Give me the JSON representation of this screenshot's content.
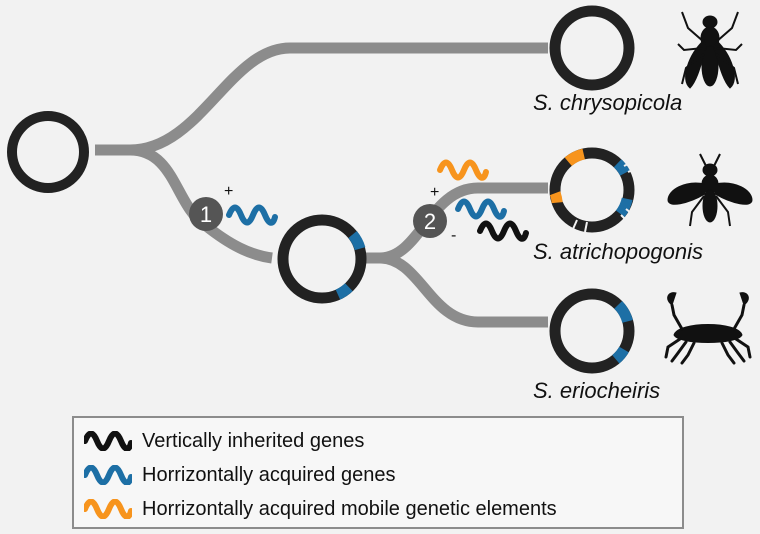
{
  "species": [
    {
      "label": "S. chrysopicola",
      "host": "fly-icon"
    },
    {
      "label": "S. atrichopogonis",
      "host": "fly-icon"
    },
    {
      "label": "S. eriocheiris",
      "host": "crab-icon"
    }
  ],
  "steps": [
    {
      "number": "1",
      "signs": [
        "+"
      ]
    },
    {
      "number": "2",
      "signs": [
        "+",
        "-"
      ]
    }
  ],
  "legend": [
    {
      "label": "Vertically inherited genes",
      "color": "#111111",
      "icon": "gene-squiggle-icon"
    },
    {
      "label": "Horrizontally acquired genes",
      "color": "#1d6fa5",
      "icon": "gene-squiggle-icon"
    },
    {
      "label": "Horrizontally acquired mobile genetic elements",
      "color": "#f7941d",
      "icon": "gene-squiggle-icon"
    }
  ],
  "colors": {
    "branch": "#8c8c8c",
    "genome_ring": "#222222",
    "vertical_genes": "#111111",
    "horizontal_genes": "#1d6fa5",
    "mobile_elements": "#f7941d",
    "step_marker": "#555555"
  }
}
